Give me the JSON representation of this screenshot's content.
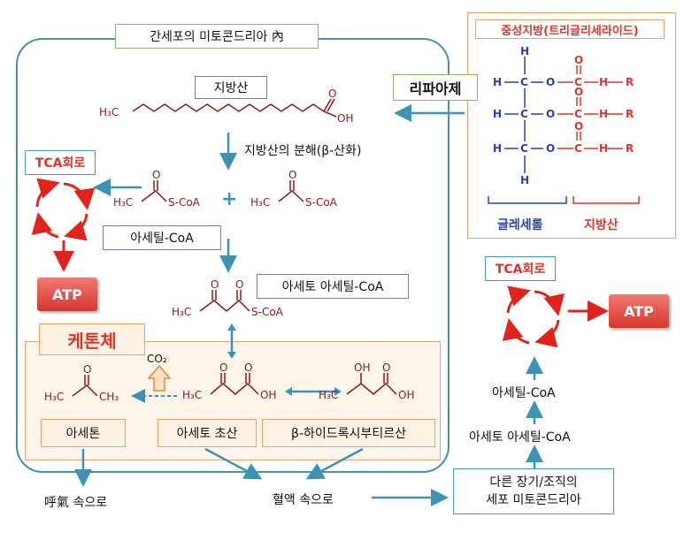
{
  "mito_title": "간세포의 미토콘드리아 內",
  "fatty_acid": "지방산",
  "fatty_acid_formula_left": "H₃C",
  "oh": "OH",
  "o": "O",
  "beta_oxidation": "지방산의 분해(β-산화)",
  "tca_cycle": "TCA회로",
  "atp": "ATP",
  "h3c": "H₃C",
  "s_coa": "S-CoA",
  "plus": "+",
  "acetyl_coa": "아세틸-CoA",
  "acetoacetyl_coa": "아세토 아세틸-CoA",
  "ketone_bodies": "케톤체",
  "co2": "CO₂",
  "ch3": "CH₃",
  "acetone": "아세톤",
  "acetoacetic_acid": "아세토 초산",
  "beta_hydroxybutyric_acid": "β-하이드록시부티르산",
  "to_breath": "呼氣 속으로",
  "to_blood": "혈액 속으로",
  "lipase": "리파아제",
  "triglyceride": {
    "title": "중성지방(트리글리세라이드)",
    "h": "H",
    "c": "C",
    "o": "O",
    "r": "R",
    "glycerol": "글레세롤",
    "fatty_acid": "지방산"
  },
  "right_tca": "TCA회로",
  "right_atp": "ATP",
  "right_acetyl_coa": "아세틸-CoA",
  "right_acetoacetyl_coa": "아세토 아세틸-CoA",
  "other_organs": [
    "다른 장기/조직의",
    "세포 미토콘드리아"
  ],
  "colors": {
    "arrow": "#3d93b3",
    "cycle": "#e0231c",
    "molecule": "#8b1a1a",
    "glycerol_blue": "#2a3fb0",
    "fatty_red": "#d8362d"
  }
}
